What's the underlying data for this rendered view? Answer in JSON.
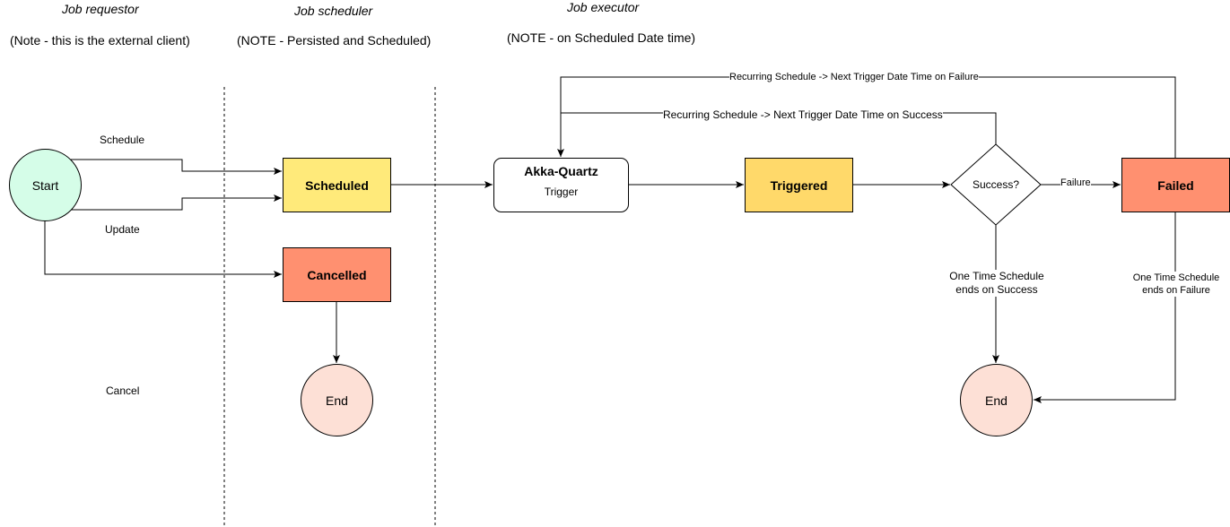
{
  "lanes": {
    "requestor": {
      "title": "Job requestor",
      "note": "(Note - this is the external client)"
    },
    "scheduler": {
      "title": "Job scheduler",
      "note": "(NOTE - Persisted and Scheduled)"
    },
    "executor": {
      "title": "Job executor",
      "note": "(NOTE - on Scheduled Date time)"
    }
  },
  "nodes": {
    "start": "Start",
    "scheduled": "Scheduled",
    "cancelled": "Cancelled",
    "end_left": "End",
    "akka_title": "Akka-Quartz",
    "akka_sub": "Trigger",
    "triggered": "Triggered",
    "decision": "Success?",
    "failed": "Failed",
    "end_right": "End"
  },
  "edges": {
    "schedule": "Schedule",
    "update": "Update",
    "cancel": "Cancel",
    "failure": "Failure",
    "recurring_failure": "Recurring Schedule -> Next Trigger Date Time on Failure",
    "recurring_success": "Recurring Schedule -> Next Trigger Date Time on Success",
    "one_time_success_1": "One Time Schedule",
    "one_time_success_2": "ends on Success",
    "one_time_failure_1": "One Time Schedule",
    "one_time_failure_2": "ends on Failure"
  },
  "colors": {
    "start_fill": "#d5fde8",
    "scheduled_fill": "#ffea7a",
    "cancelled_fill": "#ff9070",
    "end_fill": "#fde0d6",
    "triggered_fill": "#ffd96a",
    "failed_fill": "#ff9070"
  }
}
